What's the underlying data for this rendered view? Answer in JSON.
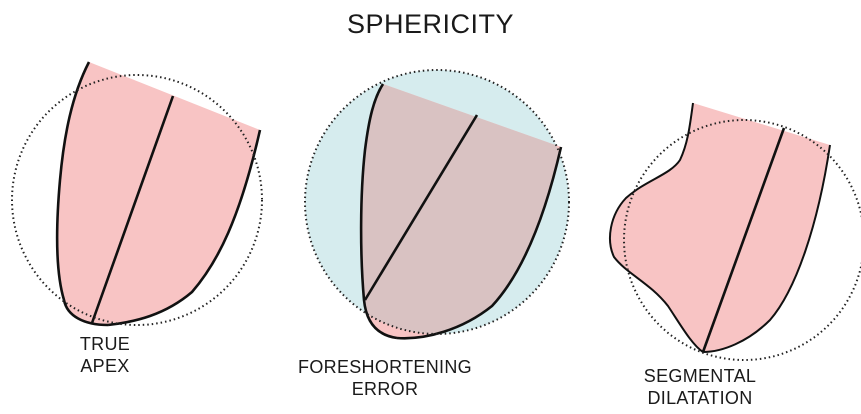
{
  "title": "SPHERICITY",
  "panels": [
    {
      "id": "true-apex",
      "label_lines": [
        "TRUE",
        "APEX"
      ]
    },
    {
      "id": "foreshortening-error",
      "label_lines": [
        "FORESHORTENING",
        "ERROR"
      ]
    },
    {
      "id": "segmental-dilatation",
      "label_lines": [
        "SEGMENTAL",
        "DILATATION"
      ]
    }
  ],
  "colors": {
    "ventricle_fill": "#f8c4c4",
    "overlap_fill": "#d9c2c2",
    "circle_fill": "#d6ecee",
    "outline": "#111111"
  }
}
